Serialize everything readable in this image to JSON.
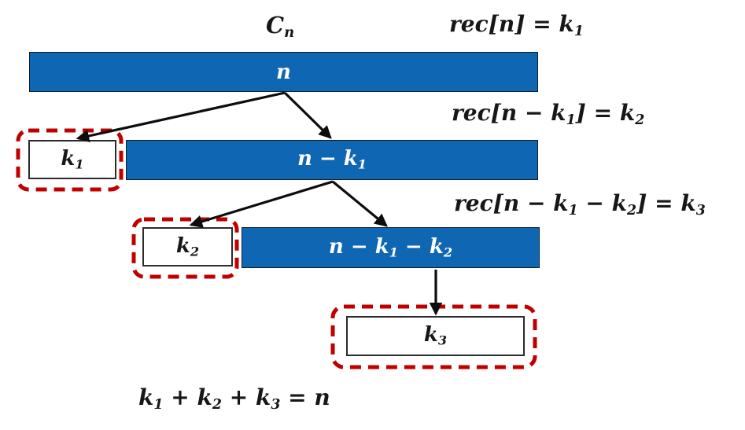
{
  "colors": {
    "bar_blue": "#0f67b4",
    "bar_border": "#101c2e",
    "box_border": "#2b2b2b",
    "red_dashed": "#c00000",
    "arrow_black": "#0d0d0d",
    "bar_text": "#ffffff",
    "text_black": "#171717",
    "bg": "#ffffff"
  },
  "title": [
    "C",
    "n"
  ],
  "equations": {
    "rec1": [
      "rec[n] = k",
      "1"
    ],
    "rec2": [
      "rec[n − k",
      "1",
      "] = k",
      "2"
    ],
    "rec3": [
      "rec[n − k",
      "1",
      " − k",
      "2",
      "] = k",
      "3"
    ],
    "sum": [
      "k",
      "1",
      " + k",
      "2",
      " + k",
      "3",
      " = n"
    ]
  },
  "bars": {
    "bar1": {
      "label": [
        "n"
      ]
    },
    "bar2": {
      "label": [
        "n − k",
        "1"
      ]
    },
    "bar3": {
      "label": [
        "n − k",
        "1",
        " − k",
        "2"
      ]
    }
  },
  "boxes": {
    "k1": [
      "k",
      "1"
    ],
    "k2": [
      "k",
      "2"
    ],
    "k3": [
      "k",
      "3"
    ]
  }
}
